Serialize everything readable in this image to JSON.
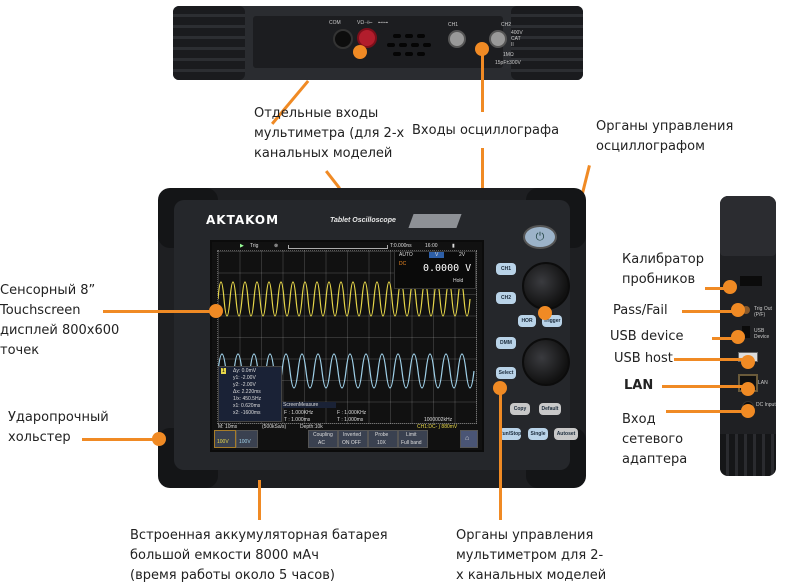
{
  "top_view": {
    "port_labels": [
      "COM",
      "VΩ⊣⊢",
      "⊷⊶",
      "CH1",
      "CH2"
    ],
    "rating": "400V CAT II",
    "impedance": "1MΩ",
    "capacitance": "15pF±300V"
  },
  "tablet": {
    "brand": "AKTAKOM",
    "model_name": "Tablet Oscilloscope",
    "screen": {
      "trig_label": "Trig",
      "timebase_offset": "T:0.000ns",
      "clock": "16:00",
      "dmm": {
        "mode": "AUTO",
        "unit_tab": "V",
        "range": "2V",
        "coupling": "DC",
        "reading": "0.0000 V",
        "hold": "Hold"
      },
      "cursor_readout": [
        "Δy: 0.0mV",
        "y1: -2.00V",
        "y2: -2.00V",
        "Δx: 2.220ms",
        "1/x: 450.5Hz",
        "x1: 0.620ms",
        "x2: -1600ms"
      ],
      "screen_measure_title": "ScreenMeasure",
      "measurements": [
        {
          "ch": "1",
          "text": "F : 1.000KHz"
        },
        {
          "ch": "1",
          "text": "T : 1.000ms"
        },
        {
          "ch": "2",
          "text": "F : 1.000KHz"
        },
        {
          "ch": "2",
          "text": "T : 1.000ms"
        }
      ],
      "freq_counter": "1000002kHz",
      "status_bar": {
        "timebase": "M: 10ms",
        "sample_rate": "(500kSa/s)",
        "depth": "Depth:10k",
        "trigger": "CH1:DC- ∫ 880mV"
      },
      "ch1_scale": "100V",
      "ch2_scale": "100V",
      "menu": [
        {
          "title": "Coupling",
          "value": "AC"
        },
        {
          "title": "Inverted",
          "value": "ON  OFF"
        },
        {
          "title": "Probe",
          "value": "10X"
        },
        {
          "title": "Limit",
          "value": "Full band"
        }
      ]
    },
    "buttons": [
      "CH1",
      "CH2",
      "HOR",
      "Trigger",
      "DMM",
      "Select",
      "Copy",
      "Default",
      "Run/Stop",
      "Single",
      "Autoset"
    ]
  },
  "side_view": {
    "port_labels": [
      "Trig Out (P/F)",
      "USB Device",
      "LAN",
      "DC Input"
    ]
  },
  "callouts": {
    "multimeter_inputs": [
      "Отдельные входы",
      "мультиметра (для 2-х",
      "канальных моделей"
    ],
    "scope_inputs": "Входы осциллографа",
    "scope_controls": [
      "Органы управления",
      "осциллографом"
    ],
    "touchscreen": [
      "Сенсорный  8”",
      "Touchscreen",
      "дисплей 800x600",
      "точек"
    ],
    "holster": [
      "Ударопрочный",
      "хольстер"
    ],
    "battery": [
      "Встроенная аккумуляторная батарея",
      "большой емкости 8000 мАч",
      "(время работы около 5 часов)"
    ],
    "dmm_controls": [
      "Органы управления",
      "мультиметром для 2-",
      "х канальных моделей"
    ],
    "calibrator": [
      "Калибратор",
      "пробников"
    ],
    "pass_fail": "Pass/Fail",
    "usb_device": "USB device",
    "usb_host": "USB host",
    "lan": "LAN",
    "power_input": [
      "Вход",
      "сетевого",
      "адаптера"
    ]
  },
  "colors": {
    "accent": "#f08a24",
    "ch1": "#e8d84a",
    "ch2": "#9fd0e8"
  }
}
